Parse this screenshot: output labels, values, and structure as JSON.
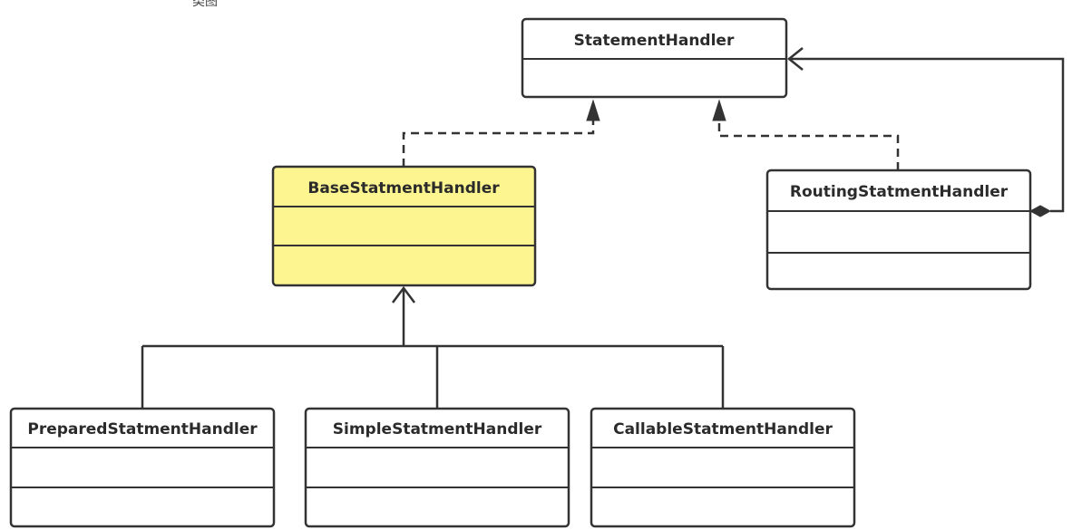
{
  "clipped_label": "类图",
  "classes": {
    "statement_handler": {
      "name": "StatementHandler",
      "fill": "#ffffff"
    },
    "base_handler": {
      "name": "BaseStatmentHandler",
      "fill": "#fdf58f"
    },
    "routing_handler": {
      "name": "RoutingStatmentHandler",
      "fill": "#ffffff"
    },
    "prepared_handler": {
      "name": "PreparedStatmentHandler",
      "fill": "#ffffff"
    },
    "simple_handler": {
      "name": "SimpleStatmentHandler",
      "fill": "#ffffff"
    },
    "callable_handler": {
      "name": "CallableStatmentHandler",
      "fill": "#ffffff"
    }
  },
  "relationships": [
    {
      "type": "realization",
      "from": "BaseStatmentHandler",
      "to": "StatementHandler"
    },
    {
      "type": "realization",
      "from": "RoutingStatmentHandler",
      "to": "StatementHandler"
    },
    {
      "type": "composition",
      "from": "RoutingStatmentHandler",
      "to": "StatementHandler"
    },
    {
      "type": "generalization",
      "from": "PreparedStatmentHandler",
      "to": "BaseStatmentHandler"
    },
    {
      "type": "generalization",
      "from": "SimpleStatmentHandler",
      "to": "BaseStatmentHandler"
    },
    {
      "type": "generalization",
      "from": "CallableStatmentHandler",
      "to": "BaseStatmentHandler"
    }
  ]
}
